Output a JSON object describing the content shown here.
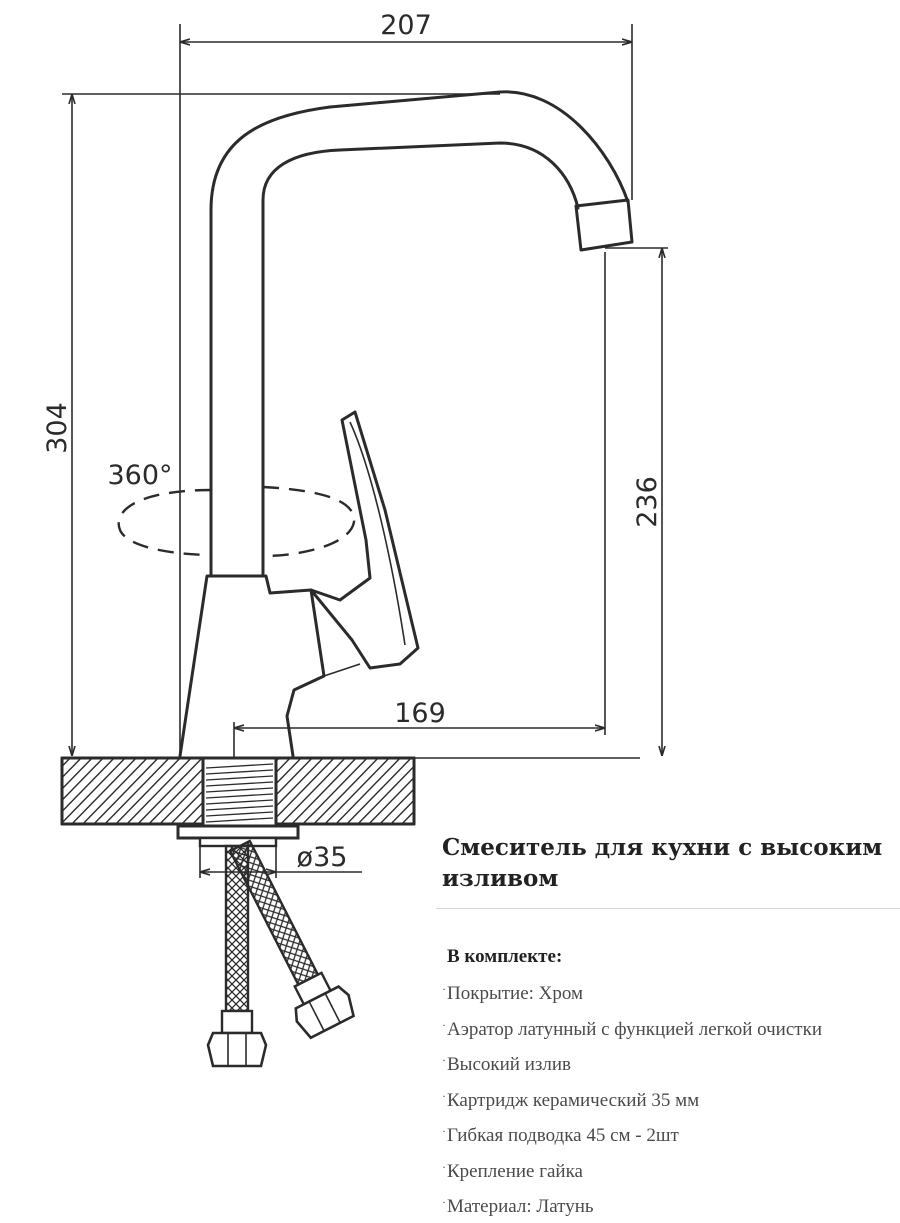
{
  "dimensions": {
    "width_total": "207",
    "height_total": "304",
    "spout_height": "236",
    "spout_reach": "169",
    "base_diameter": "ø35",
    "rotation": "360°"
  },
  "product": {
    "title": "Смеситель для кухни с высоким изливом",
    "kit_heading": "В комплекте:",
    "features": [
      "Покрытие: Хром",
      "Аэратор латунный с функцией легкой очистки",
      "Высокий  излив",
      "Картридж керамический 35 мм",
      "Гибкая подводка 45 см - 2шт",
      "Крепление гайка",
      "Материал: Латунь"
    ]
  }
}
